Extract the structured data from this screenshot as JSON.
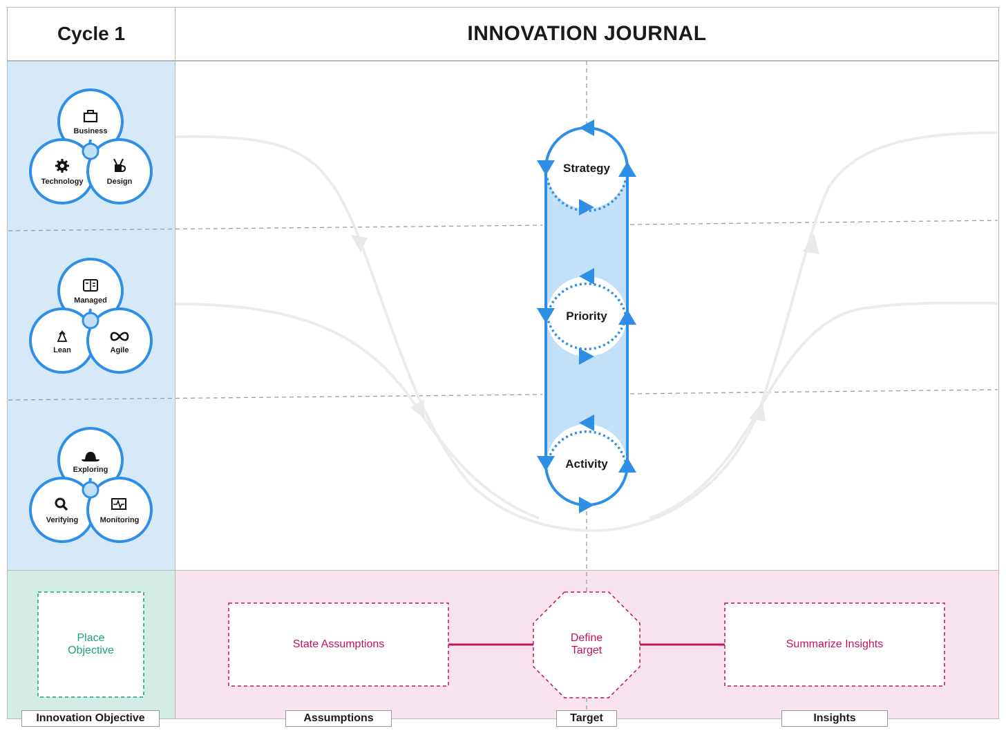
{
  "header": {
    "cycle": "Cycle 1",
    "title": "INNOVATION JOURNAL"
  },
  "venn_groups": [
    {
      "top": {
        "label": "Business",
        "icon": "briefcase-icon"
      },
      "left": {
        "label": "Technology",
        "icon": "gear-icon"
      },
      "right": {
        "label": "Design",
        "icon": "mug-brush-icon"
      }
    },
    {
      "top": {
        "label": "Managed",
        "icon": "kanban-board-icon"
      },
      "left": {
        "label": "Lean",
        "icon": "recycle-icon"
      },
      "right": {
        "label": "Agile",
        "icon": "infinity-icon"
      }
    },
    {
      "top": {
        "label": "Exploring",
        "icon": "hat-icon"
      },
      "left": {
        "label": "Verifying",
        "icon": "magnifier-icon"
      },
      "right": {
        "label": "Monitoring",
        "icon": "heartbeat-monitor-icon"
      }
    }
  ],
  "cycle_loop": {
    "nodes": [
      "Strategy",
      "Priority",
      "Activity"
    ]
  },
  "bottom": {
    "objective": "Place Objective",
    "assumptions": "State Assumptions",
    "target": "Define Target",
    "insights": "Summarize Insights"
  },
  "tabs": {
    "objective": "Innovation Objective",
    "assumptions": "Assumptions",
    "target": "Target",
    "insights": "Insights"
  },
  "colors": {
    "blue": "#2f8fe6",
    "light_blue": "#d5e9f8",
    "pink_accent": "#c4115f",
    "green_accent": "#1aa07a"
  }
}
